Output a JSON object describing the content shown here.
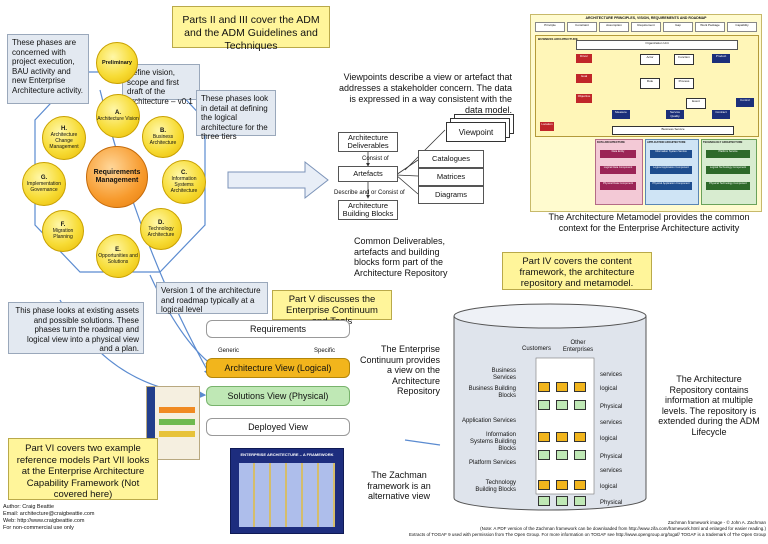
{
  "notes": {
    "parts_2_3": "Parts II and III cover the ADM and the ADM Guidelines and Techniques",
    "part_4": "Part  IV covers the content framework, the architecture repository and metamodel.",
    "part_5": "Part V discusses the Enterprise Continuum and Tools",
    "part_6": "Part VI covers two example reference models Part VII looks at the Enterprise Architecture Capability Framework (Not covered here)"
  },
  "callouts": {
    "phases_concerned": "These phases are concerned with project execution, BAU activity and new Enterprise Architecture activity.",
    "vision_scope": "Define vision, scope and first draft of the architecture – v0.1",
    "phases_detail": "These phases look in detail at defining the logical architecture for the three tiers",
    "phase_existing": "This phase looks at existing assets and possible solutions. These phases turn the roadmap and logical view into a physical view and a plan.",
    "version_1": "Version 1 of the architecture and roadmap typically at a logical level"
  },
  "adm": {
    "center": "Requirements Management",
    "phases": [
      {
        "letter": "",
        "name": "Preliminary"
      },
      {
        "letter": "A.",
        "name": "Architecture Vision"
      },
      {
        "letter": "B.",
        "name": "Business Architecture"
      },
      {
        "letter": "C.",
        "name": "Information Systems Architecture"
      },
      {
        "letter": "D.",
        "name": "Technology Architecture"
      },
      {
        "letter": "E.",
        "name": "Opportunities and Solutions"
      },
      {
        "letter": "F.",
        "name": "Migration Planning"
      },
      {
        "letter": "G.",
        "name": "Implementation Governance"
      },
      {
        "letter": "H.",
        "name": "Architecture Change Management"
      }
    ]
  },
  "viewpoints": {
    "text": "Viewpoints describe a view or artefact that addresses a stakeholder concern. The data is expressed in a way consistent with the data model.",
    "label": "Viewpoint"
  },
  "content": {
    "deliverables": "Architecture Deliverables",
    "consist_of": "Consist of",
    "artefacts": "Artefacts",
    "describe": "Describe and or Consist of",
    "building_blocks": "Architecture Building Blocks",
    "catalogues": "Catalogues",
    "matrices": "Matrices",
    "diagrams": "Diagrams"
  },
  "metamodel": {
    "caption": "The Architecture Metamodel provides the common context for the Enterprise Architecture activity",
    "title": "ARCHITECTURE PRINCIPLES, VISION, REQUIREMENTS AND ROADMAP",
    "header_cells": [
      "Principle",
      "Constraint",
      "Assumption",
      "Requirement",
      "Gap",
      "Work Package",
      "Capability"
    ],
    "business_section": "BUSINESS ARCHITECTURE",
    "org_unit": "Organization Unit",
    "red_boxes": [
      "Driver",
      "Goal",
      "Objective",
      "Location"
    ],
    "white_boxes": [
      "Actor",
      "Function",
      "Role",
      "Process",
      "Event",
      "Business Service"
    ],
    "blue_boxes": [
      "Product",
      "Control",
      "Measure",
      "Service Quality",
      "Contract"
    ],
    "data_section": "DATA ARCHITECTURE",
    "app_section": "APPLICATION ARCHITECTURE",
    "tech_section": "TECHNOLOGY ARCHITECTURE",
    "sub_boxes": [
      "Data Entity",
      "Logical Data Component",
      "Physical Data Component",
      "Information System Service",
      "Logical Application Component",
      "Physical Application Component",
      "Platform Service",
      "Logical Technology Component",
      "Physical Technology Component"
    ]
  },
  "repository": {
    "common_text": "Common Deliverables, artefacts and building blocks form part of the Architecture Repository",
    "side_text": "The Architecture Repository contains information at multiple levels. The repository is extended during the ADM Lifecycle",
    "customers": "Customers",
    "other": "Other Enterprises",
    "rows_left": [
      "Business Services",
      "Business Building Blocks",
      "Application Services",
      "Information Systems Building Blocks",
      "Platform Services",
      "Technology Building Blocks"
    ],
    "rows_right": [
      "services",
      "logical",
      "Physical",
      "services",
      "logical",
      "Physical",
      "services",
      "logical",
      "Physical"
    ]
  },
  "continuum": {
    "requirements": "Requirements",
    "generic": "Generic",
    "specific": "Specific",
    "logical": "Architecture View (Logical)",
    "physical": "Solutions View (Physical)",
    "deployed": "Deployed View",
    "enterprise_text": "The Enterprise Continuum provides a view on the Architecture Repository",
    "zachman_text": "The Zachman framework is an alternative view"
  },
  "ref_model": {
    "title": "ENTERPRISE ARCHITECTURE – A FRAMEWORK"
  },
  "author": {
    "line1": "Author: Craig Beattie",
    "line2": "Email: architecture@craigbeattie.com",
    "line3": "Web: http://www.craigbeattie.com",
    "line4": "For non-commercial use only"
  },
  "footer": {
    "line1": "Zachman framework image - © John A. Zachman",
    "line2": "(Note: A PDF version of the Zachman framework can be downloaded from http://www.zifa.com/framework.html and enlarged for easier reading.)",
    "line3": "Extracts of TOGAF 9 used with permission from The Open Group. For more information on TOGAF see http://www.opengroup.org/togaf/ TOGAF is a trademark of The Open Group"
  },
  "colors": {
    "note_yellow": "#fff59a",
    "callout_gray": "#e3e9f1",
    "arrow_blue": "#5b8bd0",
    "phase_yellow": "#f7dc36",
    "center_orange": "#f79a2c",
    "logical_gold": "#f2b51c",
    "physical_green": "#bfe8b5"
  }
}
